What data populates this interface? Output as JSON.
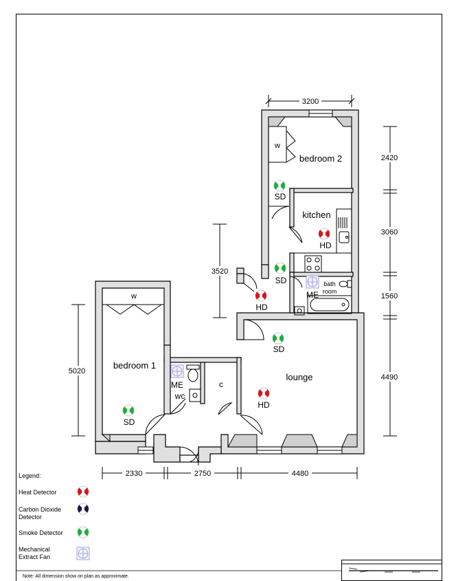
{
  "rooms": {
    "bedroom2": "bedroom 2",
    "kitchen": "kitchen",
    "bathroom_line1": "bath",
    "bathroom_line2": "room",
    "bedroom1": "bedroom 1",
    "lounge": "lounge",
    "wc": "wc",
    "cupboard": "c",
    "wardrobe1": "w",
    "wardrobe2": "w"
  },
  "dimensions": {
    "top_width": "3200",
    "bedroom2_height": "2420",
    "kitchen_height": "3060",
    "bathroom_height": "1560",
    "lounge_height": "4490",
    "hall_height": "3520",
    "bedroom1_height": "5020",
    "bottom_left": "2330",
    "bottom_middle": "2750",
    "bottom_right": "4480"
  },
  "devices": {
    "sd_bedroom2": "SD",
    "hd_kitchen": "HD",
    "sd_hall": "SD",
    "hd_hall": "HD",
    "me_bathroom": "ME",
    "sd_lounge": "SD",
    "hd_lounge": "HD",
    "me_wc": "ME",
    "sd_bedroom1": "SD"
  },
  "legend": {
    "title": "Legend:",
    "heat": "Heat Detector",
    "co_line1": "Carbon Dioxide",
    "co_line2": "Detector",
    "smoke": "Smoke Detector",
    "fan_line1": "Mechanical",
    "fan_line2": "Extract Fan"
  },
  "note": "Note: All dimension show on plan as approximate.",
  "colors": {
    "heat": "#d9161c",
    "smoke": "#1cb13c",
    "co": "#1a1a40",
    "fan": "#8f8fd6",
    "wall": "#e0e0e0"
  }
}
